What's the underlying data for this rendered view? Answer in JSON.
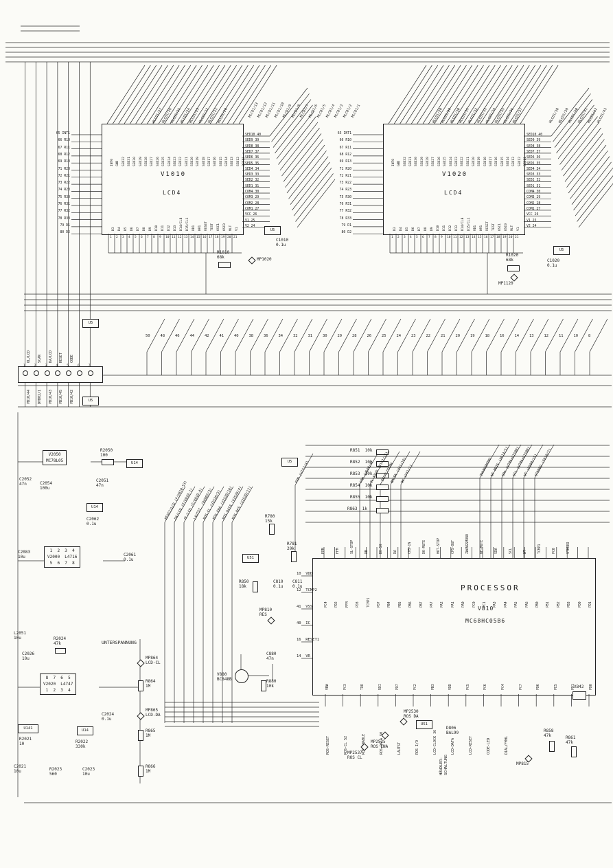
{
  "lcd1": {
    "ref": "V1010",
    "type": "LCD4",
    "left_pins": [
      "65 INT1",
      "66 R10",
      "67 R11",
      "68 R12",
      "69 R13",
      "71 R20",
      "72 R21",
      "73 R22",
      "74 R23",
      "75 R30",
      "76 R31",
      "77 R32",
      "78 R33",
      "79 D1",
      "80 D2"
    ],
    "top_pins": [
      "INT0",
      "GND",
      "SED32",
      "SED31",
      "SED30",
      "SED29",
      "SED28",
      "SED27",
      "SED26",
      "SED25",
      "SED24",
      "SED23",
      "SED22",
      "SED21",
      "SED20",
      "SED19",
      "SED18",
      "SED17",
      "SED16",
      "SED15",
      "SED14",
      "SED13",
      "SED12",
      "SED11"
    ],
    "right_pins": [
      "SED10 40",
      "SED9 39",
      "SED8 38",
      "SED7 37",
      "SED6 36",
      "SED5 35",
      "SED4 34",
      "SED3 33",
      "SED2 32",
      "SED1 31",
      "COM4 30",
      "COM3 29",
      "COM2 28",
      "COM1 27",
      "VCC 26",
      "V1 25",
      "V2 24"
    ],
    "bottom_pins": [
      "D3",
      "D4",
      "D5",
      "D6",
      "D7",
      "D8",
      "D9",
      "D10",
      "D11",
      "D12",
      "D13",
      "D14/CLB",
      "D15/CL1",
      "RD1",
      "WR1",
      "RESET",
      "TEST",
      "OSC1",
      "OSC0",
      "MLT",
      "V1"
    ],
    "bus_labels_a": [
      "MLCD1/27",
      "MLCD1/26",
      "MLCD1/25",
      "MLCD1/24",
      "MLCD1/23",
      "MLCD1/22",
      "MLCD1/21",
      "MLCD1/20"
    ],
    "bus_labels_b": [
      "MLCD1/13",
      "MLCD1/12",
      "MLCD1/11",
      "MLCD1/10",
      "MLCD1/9",
      "MLCD1/8",
      "MLCD1/7",
      "MLCD1/6",
      "MLCD1/5",
      "MLCD1/4",
      "MLCD1/3",
      "MLCD1/2",
      "MLCD1/1"
    ]
  },
  "lcd2": {
    "ref": "V1020",
    "type": "LCD4",
    "left_pins": [
      "65 INT1",
      "66 R10",
      "67 R11",
      "68 R12",
      "69 R13",
      "71 R20",
      "72 R21",
      "73 R22",
      "74 R23",
      "75 R30",
      "76 R31",
      "77 R32",
      "78 R33",
      "79 D1",
      "80 D2"
    ],
    "top_pins": [
      "INT0",
      "GND",
      "SED32",
      "SED31",
      "SED30",
      "SED29",
      "SED28",
      "SED27",
      "SED26",
      "SED25",
      "SED24",
      "SED23",
      "SED22",
      "SED21",
      "SED20",
      "SED19",
      "SED18",
      "SED17",
      "SED16",
      "SED15",
      "SED14",
      "SED13",
      "SED12",
      "SED11"
    ],
    "right_pins": [
      "SED10 40",
      "SED9 39",
      "SED8 38",
      "SED7 37",
      "SED6 36",
      "SED5 35",
      "SED4 34",
      "SED3 33",
      "SED2 32",
      "SED1 31",
      "COM4 30",
      "COM3 29",
      "COM2 28",
      "COM1 27",
      "VCC 26",
      "V1 25",
      "V2 24"
    ],
    "bottom_pins": [
      "D3",
      "D4",
      "D5",
      "D6",
      "D7",
      "D8",
      "D9",
      "D10",
      "D11",
      "D12",
      "D13",
      "D14/CLB",
      "D15/CL1",
      "RD1",
      "WR1",
      "RESET",
      "TEST",
      "OSC1",
      "OSC0",
      "MLT",
      "V1"
    ],
    "bus_labels_a": [
      "MLCD1/28",
      "MLCD1/29",
      "MLCD1/30",
      "MLCD1/31",
      "MLCD1/32",
      "MLCD1/33",
      "MLCD1/34",
      "MLCD1/35",
      "MLCD1/36",
      "MLCD1/37"
    ],
    "bus_labels_b": [
      "MLCD1/38",
      "MLCD1/39",
      "MLCD1/40",
      "MLCD1/41",
      "MLCD1/42",
      "MLCD1/43"
    ]
  },
  "ic_bottom_numbers": [
    "1",
    "2",
    "3",
    "4",
    "5",
    "6",
    "7",
    "8",
    "9",
    "10",
    "11",
    "12",
    "13",
    "14",
    "15",
    "16",
    "17",
    "18",
    "19",
    "20",
    "21"
  ],
  "connector_mid": {
    "pins": [
      "50",
      "48",
      "46",
      "44",
      "42",
      "41",
      "40",
      "38",
      "36",
      "34",
      "32",
      "31",
      "30",
      "29",
      "28",
      "26",
      "25",
      "24",
      "23",
      "22",
      "21",
      "20",
      "19",
      "18",
      "16",
      "14",
      "13",
      "12",
      "11",
      "10",
      "8"
    ]
  },
  "connector_left": {
    "top_labels": [
      "OL/LCD",
      "SCAN",
      "DA/LCD",
      "RESET",
      "CODE"
    ],
    "pin_numbers": [
      "1",
      "2",
      "3",
      "4",
      "5",
      "6",
      "7"
    ],
    "bottom_labels": [
      "VB10/44",
      "DVB02/1",
      "VB10/43",
      "VB10/45",
      "VB10/42"
    ]
  },
  "signals_left": [
    "RESET/LCD (F/V810-53)",
    "DA/LCD (F/V810-1)",
    "OL/LCD (F/V810-4)",
    "LAUTST. (DVB02/3)",
    "ROS-CL (V2520/3)",
    "ROS-ENA (V2520/18)",
    "ROS-DATA (V2520/4)",
    "ROS-RES (V2520/17)"
  ],
  "signals_ffm": [
    "FFM (V152/4)"
  ],
  "signals_mid": [
    "FPM (V640/4)",
    "SL-STOP (V152/15)",
    "-SCHALTSCHW.",
    "BM/SK (V41/16)",
    "DK (V41/1)"
  ],
  "signals_right": [
    "ZWANGSMONO",
    "NF MUTE (V614/5)",
    "SDA (V70A+V1500)",
    "SCL (V70A+V1500)",
    "WT (V580/15)",
    "STEREO (F810/7)"
  ],
  "processor": {
    "title": "PROCESSOR",
    "ref": "V810",
    "part": "MC68HC05B6",
    "top_signals": [
      "FPM",
      "FFM",
      "SL-STOP",
      "DB",
      "BK-SK",
      "DA",
      "CHS-IN",
      "DK-MUTE",
      "HOT-STOP",
      "CPS-OUT",
      "ZWANGSMONO",
      "NF-MUTE",
      "SDA",
      "SCL",
      "WT",
      "TCMP1",
      "PC0",
      "STEREO"
    ],
    "top_pins": [
      "PC4",
      "PD2",
      "FFM",
      "PD3",
      "TCMP1",
      "PD7",
      "PB4",
      "PB5",
      "PB6",
      "PB7",
      "PA7",
      "PA2",
      "PA1",
      "PA0",
      "PC0",
      "PC1",
      "PA3",
      "PA4",
      "PA5",
      "PA6",
      "PB0",
      "PB1",
      "PB2",
      "PB3",
      "PD0",
      "PD1"
    ],
    "left_pins": [
      "10  VDD",
      "12  TCMP2",
      "41  VSS",
      "40  IC",
      "16  RESET1",
      "14  VR"
    ],
    "bottom_pins": [
      "VBW",
      "PC3",
      "TDO",
      "RDI",
      "PD7",
      "PC2",
      "PB3",
      "VDD",
      "PC5",
      "PC6",
      "PC4",
      "PC7",
      "PD6",
      "PE5",
      "PD1",
      "PD0"
    ],
    "bottom_signals": [
      {
        "name": "ROS-RESET",
        "num": ""
      },
      {
        "name": "ROS-CL",
        "num": "52"
      },
      {
        "name": "ROS-ENABLE",
        "num": ""
      },
      {
        "name": "ROS-DATA",
        "num": "50"
      },
      {
        "name": "LAUTST",
        "num": ""
      },
      {
        "name": "ROS I/O",
        "num": ""
      },
      {
        "name": "LCD-CLOCK",
        "num": "36"
      },
      {
        "name": "LCD-DATA",
        "num": ""
      },
      {
        "name": "LCD-RESET",
        "num": ""
      },
      {
        "name": "CODE-LED",
        "num": ""
      },
      {
        "name": "DIAL/FMHL",
        "num": ""
      }
    ]
  },
  "components": {
    "u5": "U5",
    "u14": "U14",
    "u51": "U51",
    "u141": "U141",
    "c1010": "C1010\n0.1u",
    "r1010": "R1010\n68k",
    "mp1020": "MP1020",
    "c1020": "C1020\n0.1u",
    "r1020": "R1020\n68k",
    "mp1120": "MP1120",
    "v2050": "V2050\nMC78L05",
    "r2050": "R2050\n100",
    "c2052": "C2052\n47n",
    "c2054": "C2054\n100u",
    "c2051": "C2051\n47n",
    "c2062": "C2062\n0.1u",
    "c2083": "C2083\n10u",
    "c2061": "C2061\n0.1u",
    "v2000": "1  2  3  4\nV2000  L4716\n5  6  7  8",
    "l2051": "L2051\n10u",
    "c2026": "C2026\n10u",
    "r2024": "R2024\n47k",
    "unterspannung": "UNTERSPANNUNG",
    "v2020": "8  7  6  5\nV2020  L4747\n1  2  3  4",
    "c2024": "C2024\n0.1u",
    "r2021": "R2021\n10",
    "r2022": "R2022\n330k",
    "c2021": "C2021\n10u",
    "r2023": "R2023\n560",
    "c2023": "C2023\n10u",
    "mp864": "MP864\nLCD-CL",
    "r864": "R864\n1M",
    "mp865": "MP865\nLCD-DA",
    "r865": "R865\n1M",
    "r866": "R866\n1M",
    "v880": "V880\nBC848B",
    "r880": "R880\n10k",
    "c880": "C880\n47n",
    "r850": "R850\n18k",
    "c810": "C810\n0.1u",
    "c811": "C811\n0.1u",
    "mp810": "MP810\nRES",
    "r780": "R780\n15k",
    "r781": "R781\n20k",
    "r851": "R851  10k",
    "r852": "R852  10k",
    "r853": "R853  10k",
    "r854": "R854  10k",
    "r855": "R855  10k",
    "r863": "R863  1k",
    "mp2525": "MP2525\nROS ENA",
    "mp2537": "MP2537\nROS CL",
    "mp2530": "MP2530\nROS DA",
    "d806": "D806\nBAL99",
    "haendler": "HÄNDLER-\nSCHALTUNG",
    "r858": "R858\n47k",
    "mp815": "MP815",
    "r861": "R861\n47k",
    "x842": "X842"
  }
}
